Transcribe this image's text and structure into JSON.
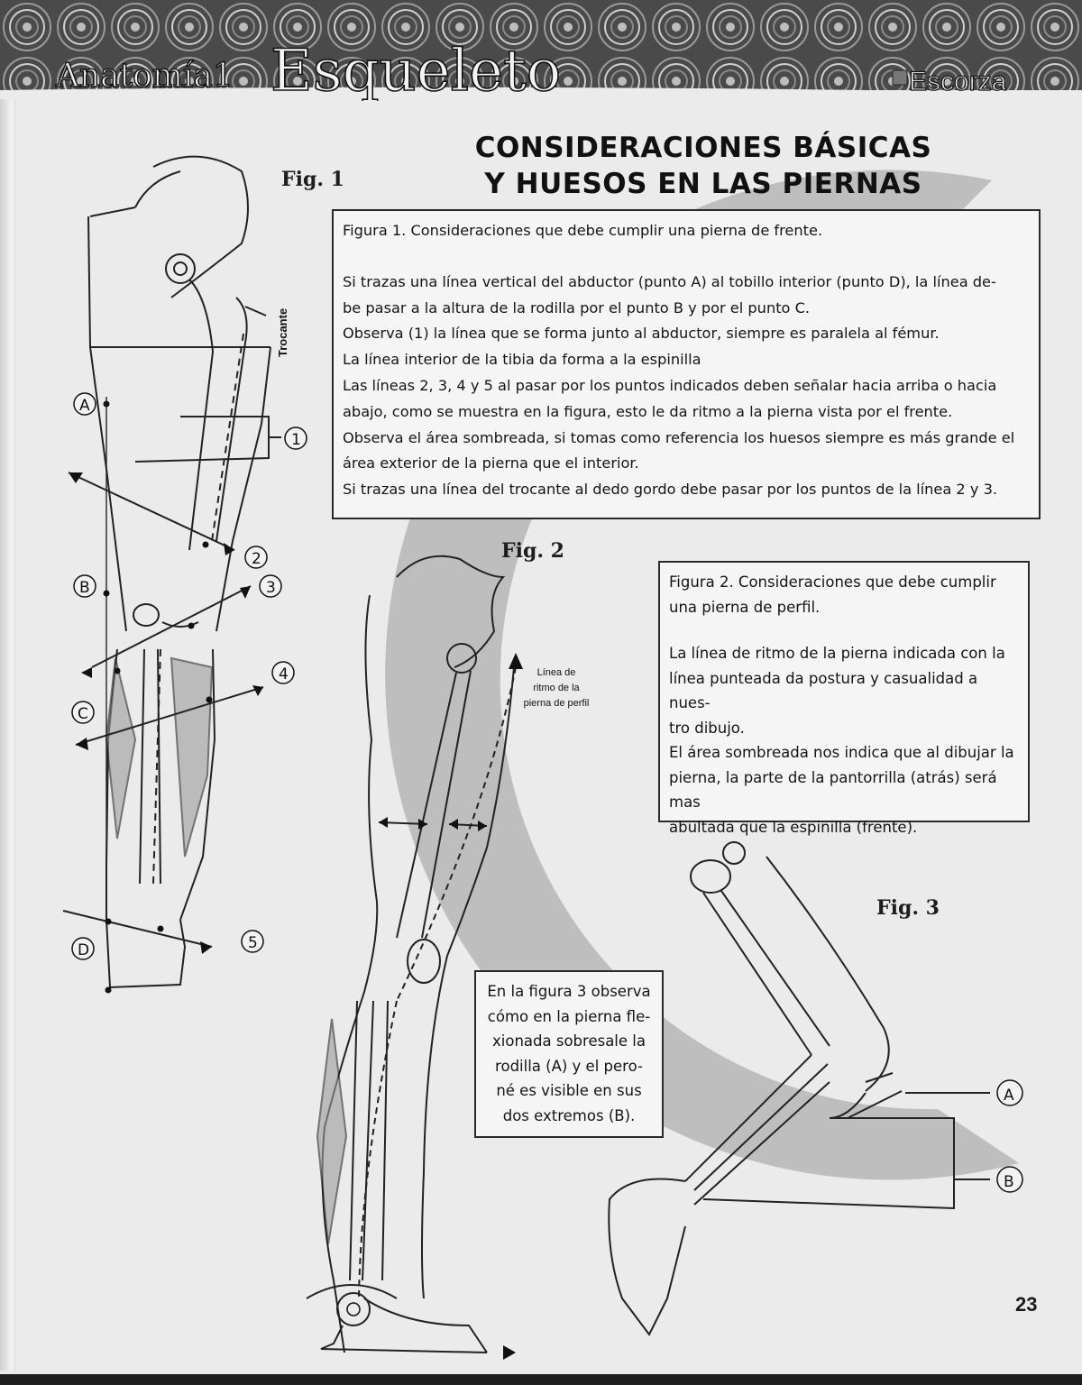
{
  "header": {
    "section_label": "Anatomía1",
    "title": "Esqueleto",
    "chapter_label": "Escorza"
  },
  "heading": {
    "line1": "CONSIDERACIONES BÁSICAS",
    "line2": "Y HUESOS EN LAS PIERNAS"
  },
  "figures": {
    "fig1_label": "Fig. 1",
    "fig2_label": "Fig. 2",
    "fig3_label": "Fig. 3"
  },
  "box1": {
    "title": "Figura 1. Consideraciones que debe cumplir una pierna de frente.",
    "lines": [
      "Si trazas una línea vertical del abductor (punto A) al tobillo interior (punto D), la línea de-",
      "be pasar a la altura de la rodilla por el punto B y por el punto C.",
      "Observa (1) la línea que se forma junto al abductor, siempre es paralela al fémur.",
      "La línea interior de la tibia da forma a la espinilla",
      "Las líneas 2, 3, 4 y 5 al pasar por los puntos indicados deben señalar hacia arriba o hacia",
      "abajo, como se muestra en la figura, esto le da ritmo a la pierna vista por el frente.",
      "Observa el área sombreada, si tomas como referencia los huesos siempre es más grande el",
      "área exterior de la pierna que el interior.",
      "Si trazas una línea del trocante al dedo gordo debe pasar por los puntos de la línea 2 y 3."
    ]
  },
  "box2": {
    "title_lines": [
      "Figura 2. Consideraciones que debe cumplir",
      "una pierna de perfil."
    ],
    "body_lines": [
      "La línea de ritmo de la pierna indicada con la",
      "línea punteada da postura y casualidad a nues-",
      "tro dibujo.",
      "El área sombreada nos indica que al dibujar la",
      "pierna, la parte de la pantorrilla (atrás) será mas",
      "abultada que la espinilla (frente)."
    ]
  },
  "box3": {
    "lines": [
      "En la figura 3 observa",
      "cómo en la pierna fle-",
      "xionada sobresale la",
      "rodilla (A) y el pero-",
      "né es visible en sus",
      "dos extremos (B)."
    ]
  },
  "labels": {
    "trocante": "Trocante",
    "ritmo_line1": "Línea de",
    "ritmo_line2": "ritmo de la",
    "ritmo_line3": "pierna de perfil",
    "point_a": "A",
    "point_b": "B",
    "point_c": "C",
    "point_d": "D",
    "num_1": "1",
    "num_2": "2",
    "num_3": "3",
    "num_4": "4",
    "num_5": "5"
  },
  "page_number": "23"
}
